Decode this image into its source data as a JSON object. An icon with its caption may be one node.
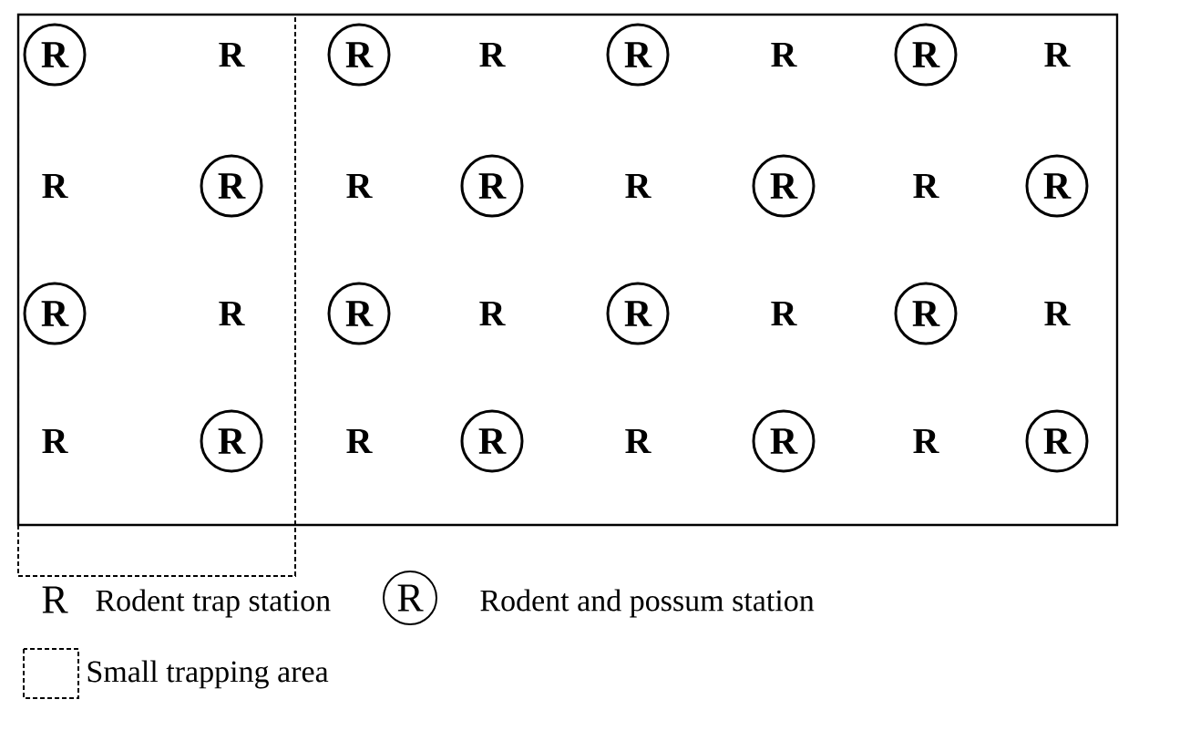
{
  "diagram": {
    "nodes": [
      {
        "text": [
          "R"
        ]
      },
      {
        "text": [
          "R"
        ]
      },
      {
        "text": [
          "R"
        ]
      },
      {
        "text": [
          "R"
        ]
      },
      {
        "text": [
          "R"
        ]
      },
      {
        "text": [
          "R"
        ]
      },
      {
        "text": [
          "R"
        ]
      },
      {
        "text": [
          "R"
        ]
      },
      {
        "text": [
          "R"
        ]
      },
      {
        "text": [
          "R"
        ]
      },
      {
        "text": [
          "R"
        ]
      },
      {
        "text": [
          "R"
        ]
      },
      {
        "text": [
          "R"
        ]
      },
      {
        "text": [
          "R"
        ]
      },
      {
        "text": [
          "R"
        ]
      },
      {
        "text": [
          "R"
        ]
      },
      {
        "text": [
          "R"
        ]
      }
    ],
    "labels": [
      "R",
      "R",
      "R",
      "R",
      "R",
      "R",
      "R",
      "R",
      "R",
      "R",
      "R",
      "R",
      "R",
      "R",
      "R",
      "R",
      "R"
    ],
    "legend": [
      {
        "text": "Rodent trap station"
      },
      {
        "text": "Rodent and possum station"
      },
      {
        "text": "Small trapping area"
      }
    ]
  }
}
